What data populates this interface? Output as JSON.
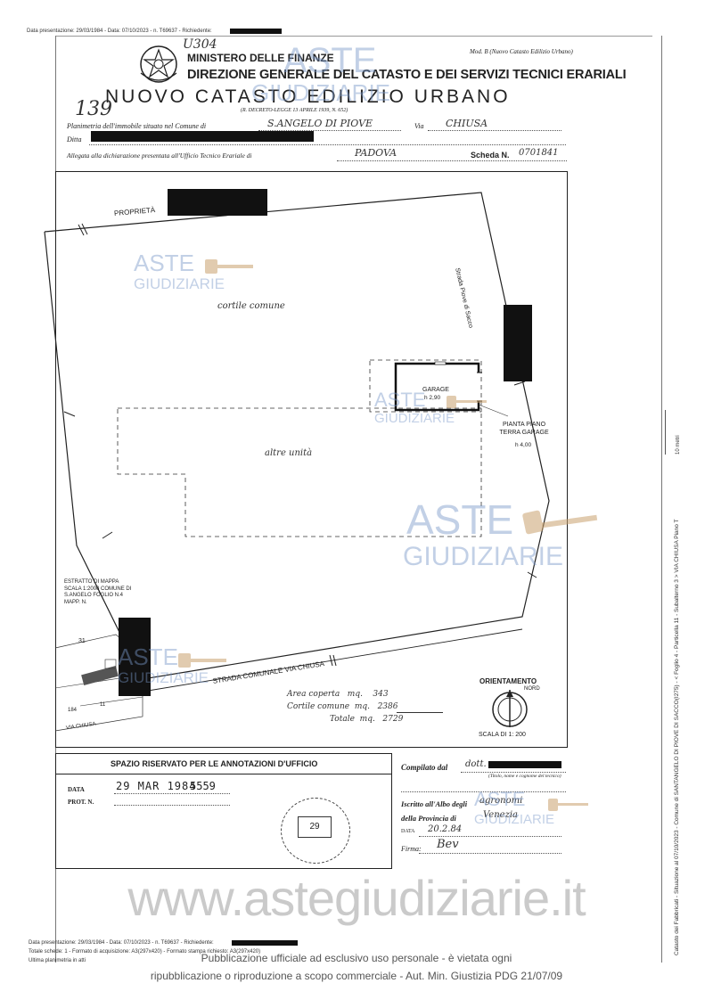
{
  "top_meta": "Data presentazione: 29/03/1984 - Data: 07/10/2023 - n. T69637 - Richiedente:",
  "header": {
    "ministry": "MINISTERO DELLE FINANZE",
    "directorate": "DIREZIONE GENERALE DEL CATASTO E DEI SERVIZI TECNICI ERARIALI",
    "title": "NUOVO CATASTO EDILIZIO URBANO",
    "model": "Mod. B (Nuovo Catasto Edilizio Urbano)",
    "decree": "(R. DECRETO-LEGGE 13 APRILE 1939, N. 652)",
    "ref_number": "139",
    "hand_code": "U304"
  },
  "form": {
    "planimetry_label": "Planimetria dell'immobile situato nel Comune di",
    "comune": "S.ANGELO DI PIOVE",
    "via_label": "Via",
    "via": "CHIUSA",
    "ditta_label": "Ditta",
    "allegata_label": "Allegata alla dichiarazione presentata all'Ufficio Tecnico Erariale di",
    "ufficio": "PADOVA",
    "scheda_label": "Scheda N.",
    "scheda": "0701841"
  },
  "plan": {
    "proprieta": "PROPRIETÀ",
    "cortile": "cortile comune",
    "garage_label": "GARAGE",
    "garage_height": "h 2,90",
    "altre_unita": "altre unità",
    "pianta": "PIANTA PIANO TERRA GARAGE",
    "pianta_h": "h 4,00",
    "side_road": "Strada Piove di Sacco",
    "road": "STRADA COMUNALE VIA CHIUSA",
    "estratto": "ESTRATTO DI MAPPA SCALA 1:2000 COMUNE DI S.ANGELO FOGLIO N.4 MAPP. N.",
    "map_nums": [
      "31",
      "11",
      "184"
    ],
    "map_via": "VIA CHIUSA",
    "areas": [
      {
        "label": "Area coperta",
        "unit": "mq.",
        "value": "343"
      },
      {
        "label": "Cortile comune",
        "unit": "mq.",
        "value": "2386"
      },
      {
        "label": "Totale",
        "unit": "mq.",
        "value": "2729"
      }
    ],
    "orientamento": "ORIENTAMENTO",
    "nord": "NORD",
    "scala": "SCALA DI 1: 200"
  },
  "office": {
    "title": "SPAZIO RISERVATO PER LE ANNOTAZIONI D'UFFICIO",
    "data_label": "DATA",
    "data_value": "29 MAR 1984",
    "data_num": "5559",
    "prot_label": "PROT. N.",
    "stamp_num": "29"
  },
  "compilato": {
    "label": "Compilato dal",
    "value": "dott.",
    "subnote": "(Titolo, nome e cognome del tecnico)",
    "iscritto_label": "Iscritto all'Albo degli",
    "iscritto_value": "agronomi",
    "provincia_label": "della Provincia di",
    "provincia_value": "Venezia",
    "data_label": "DATA",
    "data_value": "20.2.84",
    "firma_label": "Firma:",
    "firma_value": "Bev"
  },
  "side_note": "Catasto dei Fabbricati - Situazione al 07/10/2023 - Comune di SANTANGELO DI PIOVE DI SACCO(I275) - < Foglio 4 - Particella 11 - Subalterno 3 > VIA CHIUSA Piano T",
  "scale_mark": "10 metri",
  "bottom_meta": [
    "Data presentazione: 29/03/1984 - Data: 07/10/2023 - n. T69637 - Richiedente:",
    "Totale schede: 1 - Formato di acquisizione: A3(297x420) - Formato stampa richiesto: A3(297x420)",
    "Ultima planimetria in atti"
  ],
  "watermark": {
    "line1": "ASTE",
    "line2": "GIUDIZIARIE"
  },
  "website": "www.astegiudiziarie.it",
  "footer": {
    "line1": "Pubblicazione ufficiale ad esclusivo uso personale - è vietata ogni",
    "line2": "ripubblicazione o riproduzione a scopo commerciale - Aut. Min. Giustizia PDG 21/07/09"
  }
}
